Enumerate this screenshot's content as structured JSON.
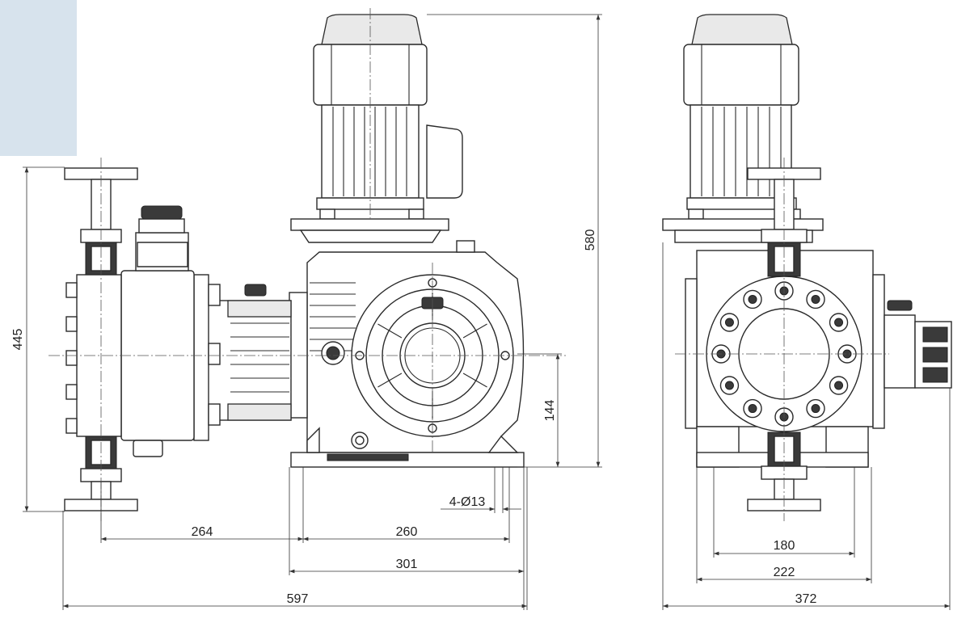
{
  "drawing": {
    "title": "Diaphragm metering pump dimensional drawing",
    "units": "mm",
    "colors": {
      "corner_block": "#d7e3ed",
      "lines": "#2b2b2b"
    },
    "front_view": {
      "overall_height": "445",
      "motor_height": "580",
      "shaft_height": "144",
      "mounting_holes": "4-Ø13",
      "head_to_base": "264",
      "base_hole_spacing": "260",
      "base_length": "301",
      "overall_length": "597"
    },
    "side_view": {
      "base_hole_spacing": "180",
      "base_width": "222",
      "overall_width": "372"
    }
  }
}
